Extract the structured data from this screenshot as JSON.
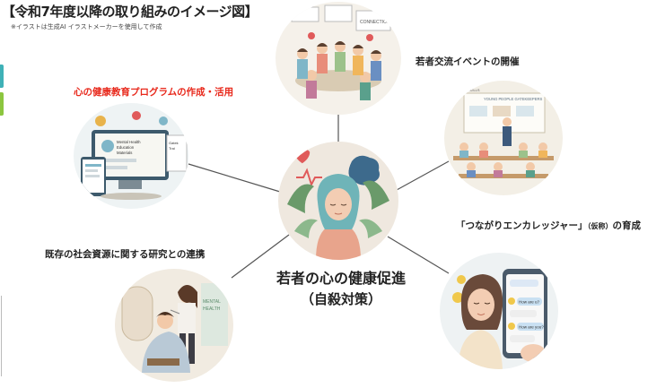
{
  "header": {
    "title": "【令和7年度以降の取り組みのイメージ図】",
    "note": "※イラストは生成AI イラストメーカーを使用して作成"
  },
  "center": {
    "line1": "若者の心の健康促進",
    "line2": "（自殺対策）"
  },
  "nodes": {
    "top": {
      "label": "若者交流イベントの開催"
    },
    "top_left": {
      "label": "心の健康教育プログラムの作成・活用"
    },
    "right": {
      "label_main": "「つながりエンカレッジャー」",
      "label_small": "（仮称）",
      "label_end": "の育成"
    },
    "bottom_left": {
      "label": "既存の社会資源に関する研究との連携"
    }
  },
  "illustration_text": {
    "mental_health_materials": "Mental Health Education Materials",
    "gatekeeper": "Gatek... Trai...",
    "young_people_gatekeepers": "YOUNG PEOPLE GATEKEEPERS",
    "skills": "SKILLS",
    "mental_health_wall": "MENTAL HEALTH",
    "chat_1": "How are u?",
    "chat_2": "How are you?",
    "hands_sign": "CONNECTION"
  },
  "colors": {
    "accent_red": "#e8291c",
    "connector": "#555555",
    "tab_teal": "#3fb1b7",
    "tab_green": "#8cc63f"
  }
}
